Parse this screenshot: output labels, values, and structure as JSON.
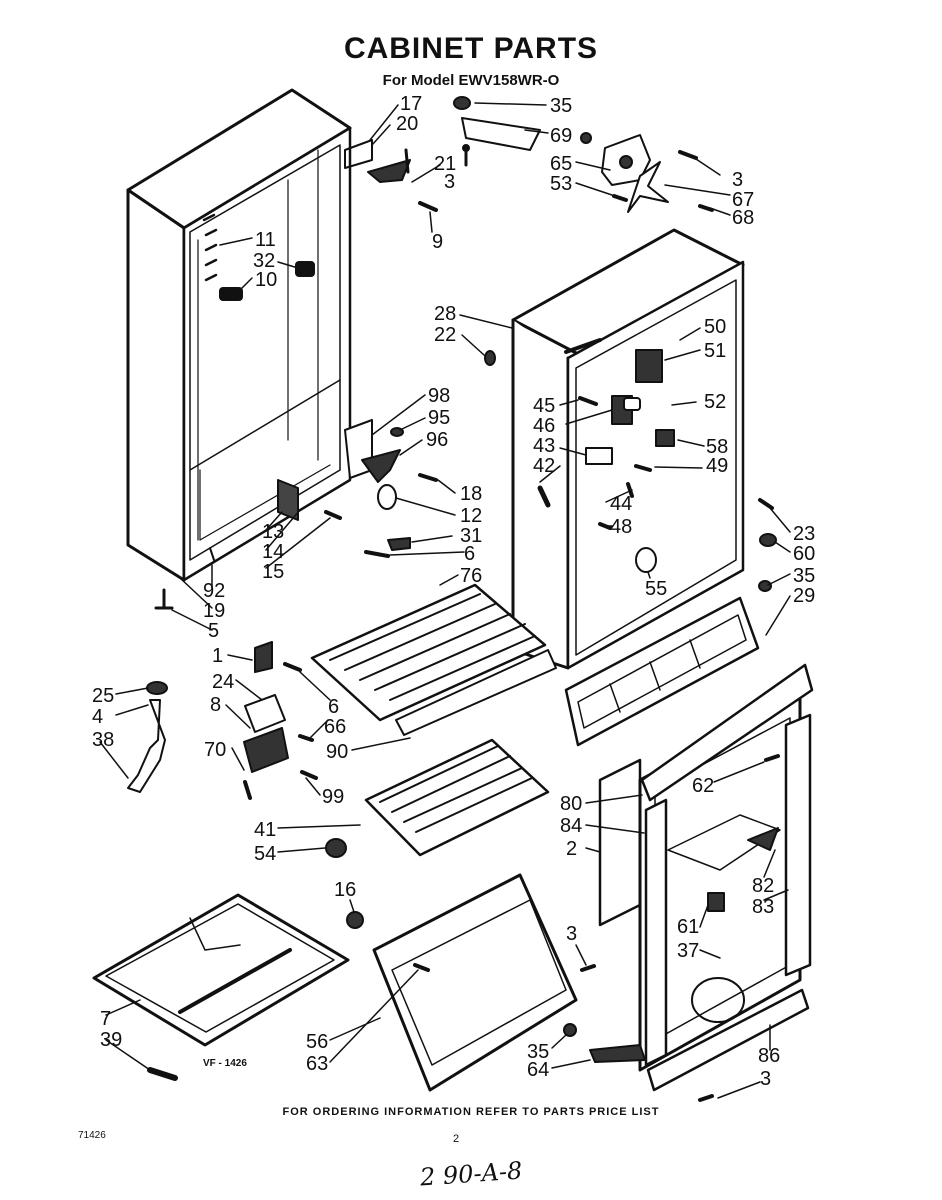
{
  "title": "CABINET PARTS",
  "subtitle": "For Model EWV158WR-O",
  "footer": "FOR ORDERING INFORMATION REFER TO PARTS PRICE LIST",
  "code": "71426",
  "page_number": "2",
  "figure_code": "VF - 1426",
  "handwritten": "2 90-A-8",
  "callouts": [
    "17",
    "20",
    "35",
    "69",
    "21",
    "3",
    "65",
    "53",
    "3",
    "67",
    "68",
    "11",
    "32",
    "10",
    "9",
    "28",
    "22",
    "50",
    "51",
    "45",
    "52",
    "46",
    "98",
    "95",
    "96",
    "58",
    "43",
    "49",
    "42",
    "18",
    "12",
    "44",
    "48",
    "31",
    "23",
    "13",
    "14",
    "15",
    "6",
    "60",
    "76",
    "55",
    "35",
    "29",
    "92",
    "19",
    "5",
    "1",
    "25",
    "24",
    "4",
    "6",
    "8",
    "66",
    "38",
    "70",
    "90",
    "99",
    "62",
    "80",
    "41",
    "84",
    "54",
    "2",
    "82",
    "83",
    "16",
    "61",
    "37",
    "3",
    "7",
    "39",
    "56",
    "63",
    "35",
    "64",
    "86",
    "3"
  ]
}
